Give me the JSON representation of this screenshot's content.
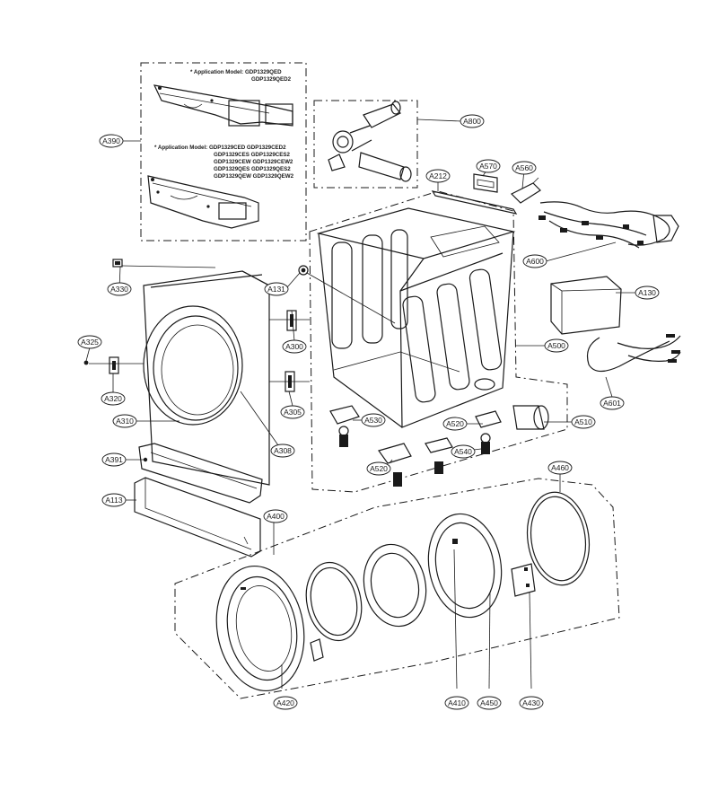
{
  "notes": {
    "a390_top_title": "* Application Model: GDP1329QED",
    "a390_top_line2": "GDP1329QED2",
    "a390_bottom_title": "* Application Model: GDP1329CED  GDP1329CED2",
    "a390_bottom_line2": "GDP1329CES  GDP1329CES2",
    "a390_bottom_line3": "GDP1329CEW GDP1329CEW2",
    "a390_bottom_line4": "GDP1329QES  GDP1329QES2",
    "a390_bottom_line5": "GDP1329QEW GDP1329QEW2"
  },
  "callouts": {
    "A390": "A390",
    "A800": "A800",
    "A212": "A212",
    "A570": "A570",
    "A560": "A560",
    "A600": "A600",
    "A130": "A130",
    "A131": "A131",
    "A330": "A330",
    "A300": "A300",
    "A325": "A325",
    "A320": "A320",
    "A305": "A305",
    "A310": "A310",
    "A308": "A308",
    "A500": "A500",
    "A601": "A601",
    "A510": "A510",
    "A530": "A530",
    "A520a": "A520",
    "A540": "A540",
    "A520b": "A520",
    "A391": "A391",
    "A113": "A113",
    "A400": "A400",
    "A460": "A460",
    "A420": "A420",
    "A410": "A410",
    "A450": "A450",
    "A430": "A430"
  }
}
